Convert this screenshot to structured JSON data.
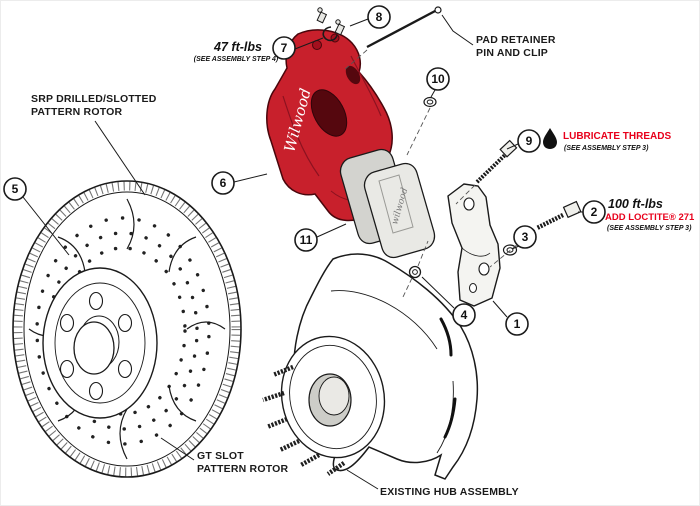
{
  "colors": {
    "caliper_red": "#c8202c",
    "caliper_dark": "#4a060c",
    "annotation_red": "#e8001b",
    "line": "#1a1a1a"
  },
  "labels": {
    "torque47": {
      "value": "47 ft-lbs",
      "note": "(SEE ASSEMBLY STEP 4)"
    },
    "pad_retainer": {
      "line1": "PAD RETAINER",
      "line2": "PIN AND CLIP"
    },
    "srp_rotor": {
      "line1": "SRP DRILLED/SLOTTED",
      "line2": "PATTERN ROTOR"
    },
    "lubricate": {
      "line1": "LUBRICATE THREADS",
      "note": "(SEE ASSEMBLY STEP 3)"
    },
    "torque100": {
      "value": "100 ft-lbs",
      "loctite": "ADD LOCTITE® 271",
      "note": "(SEE ASSEMBLY STEP 3)"
    },
    "gt_slot": {
      "line1": "GT SLOT",
      "line2": "PATTERN ROTOR"
    },
    "hub": {
      "line1": "EXISTING HUB ASSEMBLY"
    },
    "caliper_logo": "Wilwood",
    "pad_logo": "wilwood"
  },
  "callouts": {
    "c1": "1",
    "c2": "2",
    "c3": "3",
    "c4": "4",
    "c5": "5",
    "c6": "6",
    "c7": "7",
    "c8": "8",
    "c9": "9",
    "c10": "10",
    "c11": "11"
  }
}
